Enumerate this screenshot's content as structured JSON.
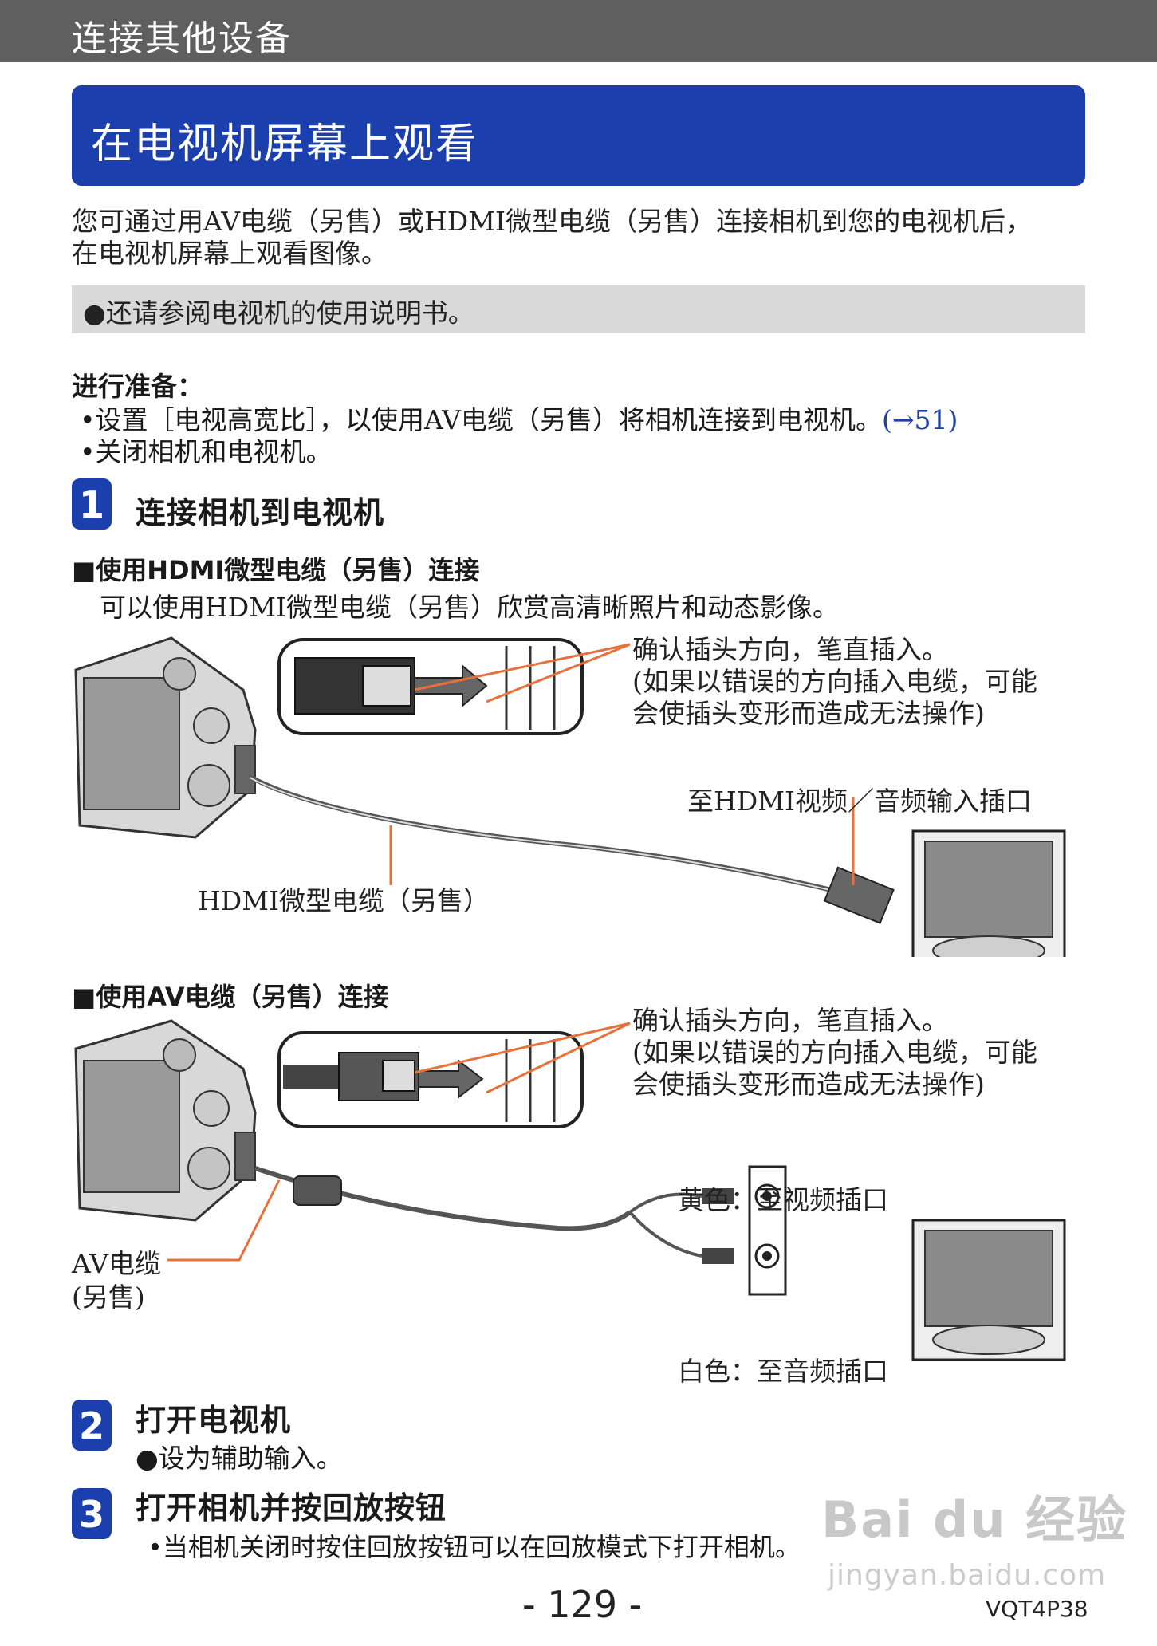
{
  "header": {
    "section": "连接其他设备"
  },
  "title": "在电视机屏幕上观看",
  "intro": [
    "您可通过用AV电缆（另售）或HDMI微型电缆（另售）连接相机到您的电视机后，",
    "在电视机屏幕上观看图像。"
  ],
  "note": "●还请参阅电视机的使用说明书。",
  "preparation": {
    "heading": "进行准备：",
    "item1": "•设置［电视高宽比］，以使用AV电缆（另售）将相机连接到电视机。",
    "item1_link": "(→51)",
    "item2": "•关闭相机和电视机。"
  },
  "step1": {
    "number": "1",
    "title": "连接相机到电视机",
    "hdmi_heading": "■使用HDMI微型电缆（另售）连接",
    "hdmi_desc": "可以使用HDMI微型电缆（另售）欣赏高清晰照片和动态影像。",
    "callout": [
      "确认插头方向，笔直插入。",
      "(如果以错误的方向插入电缆，可能",
      "会使插头变形而造成无法操作)"
    ],
    "hdmi_tv_label": "至HDMI视频／音频输入插口",
    "hdmi_cable_label": "HDMI微型电缆（另售）",
    "av_heading": "■使用AV电缆（另售）连接",
    "av_cable_label": [
      "AV电缆",
      "(另售)"
    ],
    "yellow_label": "黄色：至视频插口",
    "white_label": "白色：至音频插口"
  },
  "step2": {
    "number": "2",
    "title": "打开电视机",
    "note": "●设为辅助输入。"
  },
  "step3": {
    "number": "3",
    "title": "打开相机并按回放按钮",
    "note": "•当相机关闭时按住回放按钮可以在回放模式下打开相机。"
  },
  "footer": {
    "page": "- 129 -",
    "code": "VQT4P38"
  },
  "watermark": {
    "brand": "Bai du 经验",
    "url": "jingyan.baidu.com"
  },
  "colors": {
    "title_band": "#1b3fad",
    "header_bar": "#5f5f5f",
    "note_band": "#d9d9d9",
    "callout_line": "#e8703a"
  }
}
